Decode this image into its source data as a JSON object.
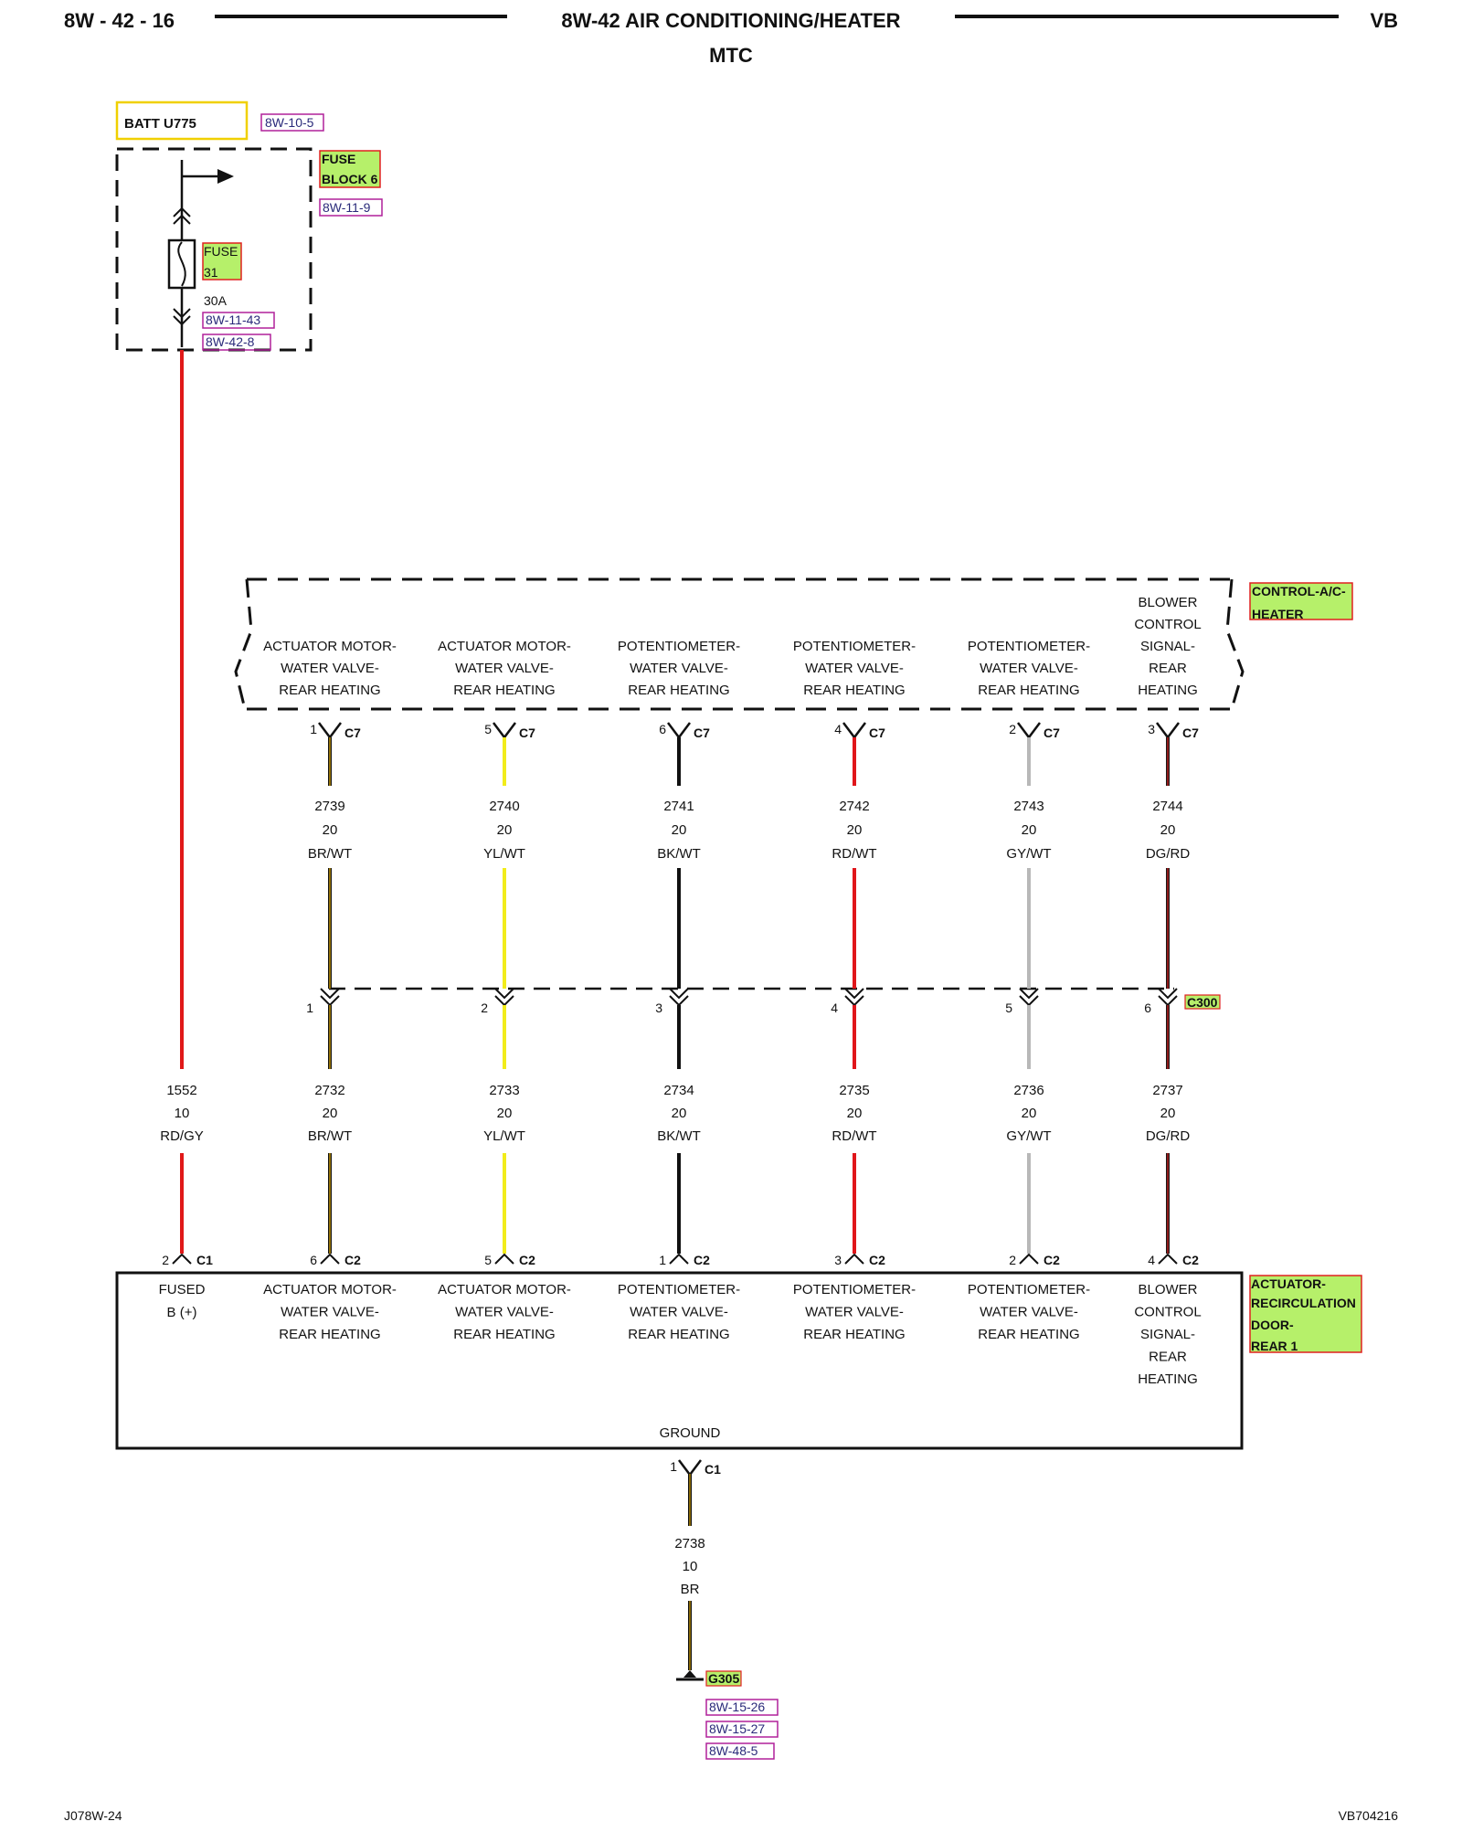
{
  "header": {
    "page_ref": "8W - 42 - 16",
    "title": "8W-42 AIR CONDITIONING/HEATER",
    "subtitle": "MTC",
    "model": "VB"
  },
  "footer": {
    "left": "J078W-24",
    "right": "VB704216"
  },
  "batt": {
    "label": "BATT U775",
    "xref": "8W-10-5"
  },
  "fuse_block": {
    "label_line1": "FUSE",
    "label_line2": "BLOCK 6",
    "xref": "8W-11-9"
  },
  "fuse": {
    "label_line1": "FUSE",
    "label_line2": "31",
    "rating": "30A",
    "xref1": "8W-11-43",
    "xref2": "8W-42-8"
  },
  "feed_wire": {
    "circuit": "1552",
    "gauge": "10",
    "color": "RD/GY"
  },
  "top_module": {
    "name_line1": "CONTROL-A/C-",
    "name_line2": "HEATER",
    "connector": "C7"
  },
  "inline_connector": {
    "name": "C300"
  },
  "bottom_module": {
    "name_line1": "ACTUATOR-",
    "name_line2": "RECIRCULATION",
    "name_line3": "DOOR-",
    "name_line4": "REAR 1",
    "fused_line1": "FUSED",
    "fused_line2": "B (+)",
    "fused_pin": "2",
    "fused_connector": "C1",
    "ground_label": "GROUND",
    "connector": "C2"
  },
  "ground": {
    "pin": "1",
    "connector": "C1",
    "circuit": "2738",
    "gauge": "10",
    "color": "BR",
    "name": "G305",
    "xref1": "8W-15-26",
    "xref2": "8W-15-27",
    "xref3": "8W-48-5"
  },
  "circuits": [
    {
      "top_lines": [
        "ACTUATOR MOTOR-",
        "WATER VALVE-",
        "REAR HEATING"
      ],
      "top_pin": "1",
      "upper_circuit": "2739",
      "gauge": "20",
      "color_code": "BR/WT",
      "c300_pin": "1",
      "lower_circuit": "2732",
      "lower_gauge": "20",
      "lower_color_code": "BR/WT",
      "bottom_pin": "6",
      "bottom_lines": [
        "ACTUATOR MOTOR-",
        "WATER VALVE-",
        "REAR HEATING"
      ],
      "wire_color": "#141414",
      "stripe_color": "#d8a300"
    },
    {
      "top_lines": [
        "ACTUATOR MOTOR-",
        "WATER VALVE-",
        "REAR HEATING"
      ],
      "top_pin": "5",
      "upper_circuit": "2740",
      "gauge": "20",
      "color_code": "YL/WT",
      "c300_pin": "2",
      "lower_circuit": "2733",
      "lower_gauge": "20",
      "lower_color_code": "YL/WT",
      "bottom_pin": "5",
      "bottom_lines": [
        "ACTUATOR MOTOR-",
        "WATER VALVE-",
        "REAR HEATING"
      ],
      "wire_color": "#f2ec1a",
      "stripe_color": ""
    },
    {
      "top_lines": [
        "POTENTIOMETER-",
        "WATER VALVE-",
        "REAR HEATING"
      ],
      "top_pin": "6",
      "upper_circuit": "2741",
      "gauge": "20",
      "color_code": "BK/WT",
      "c300_pin": "3",
      "lower_circuit": "2734",
      "lower_gauge": "20",
      "lower_color_code": "BK/WT",
      "bottom_pin": "1",
      "bottom_lines": [
        "POTENTIOMETER-",
        "WATER VALVE-",
        "REAR HEATING"
      ],
      "wire_color": "#111111",
      "stripe_color": ""
    },
    {
      "top_lines": [
        "POTENTIOMETER-",
        "WATER VALVE-",
        "REAR HEATING"
      ],
      "top_pin": "4",
      "upper_circuit": "2742",
      "gauge": "20",
      "color_code": "RD/WT",
      "c300_pin": "4",
      "lower_circuit": "2735",
      "lower_gauge": "20",
      "lower_color_code": "RD/WT",
      "bottom_pin": "3",
      "bottom_lines": [
        "POTENTIOMETER-",
        "WATER VALVE-",
        "REAR HEATING"
      ],
      "wire_color": "#e0161b",
      "stripe_color": ""
    },
    {
      "top_lines": [
        "POTENTIOMETER-",
        "WATER VALVE-",
        "REAR HEATING"
      ],
      "top_pin": "2",
      "upper_circuit": "2743",
      "gauge": "20",
      "color_code": "GY/WT",
      "c300_pin": "5",
      "lower_circuit": "2736",
      "lower_gauge": "20",
      "lower_color_code": "GY/WT",
      "bottom_pin": "2",
      "bottom_lines": [
        "POTENTIOMETER-",
        "WATER VALVE-",
        "REAR HEATING"
      ],
      "wire_color": "#b8b8b8",
      "stripe_color": ""
    },
    {
      "top_lines": [
        "BLOWER",
        "CONTROL",
        "SIGNAL-",
        "REAR",
        "HEATING"
      ],
      "top_pin": "3",
      "upper_circuit": "2744",
      "gauge": "20",
      "color_code": "DG/RD",
      "c300_pin": "6",
      "lower_circuit": "2737",
      "lower_gauge": "20",
      "lower_color_code": "DG/RD",
      "bottom_pin": "4",
      "bottom_lines": [
        "BLOWER",
        "CONTROL",
        "SIGNAL-",
        "REAR",
        "HEATING"
      ],
      "wire_color": "#1a1a1a",
      "stripe_color": "#cc1a1a"
    }
  ],
  "colors": {
    "label_highlight": "#b6f06a",
    "label_border": "#e02020",
    "batt_border": "#f0d000",
    "xref_border": "#b0209a",
    "feed_wire": "#e01818"
  }
}
